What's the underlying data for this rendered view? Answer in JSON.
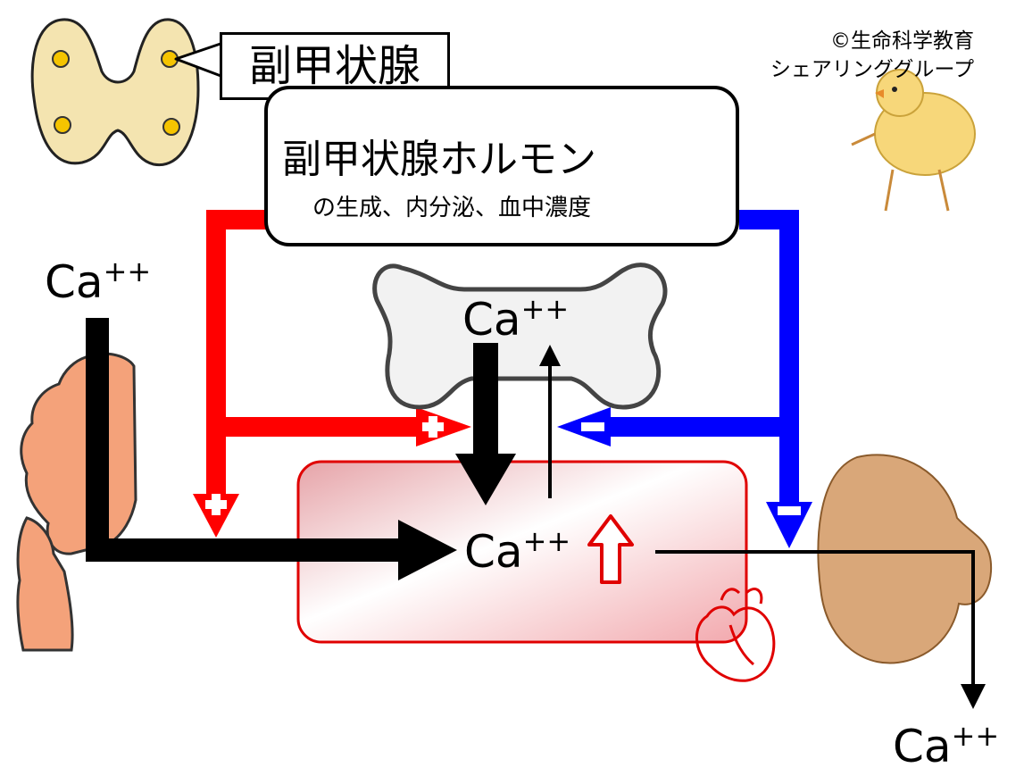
{
  "labels": {
    "parathyroid": "副甲状腺",
    "hormone_title": "副甲状腺ホルモン",
    "hormone_sub": "の生成、内分泌、血中濃度",
    "ca_base": "Ca",
    "ca_charge": "++",
    "plus": "+",
    "minus": "−"
  },
  "credit": {
    "line1": "©生命科学教育",
    "line2": "シェアリンググループ"
  },
  "colors": {
    "stimulate": "#ff0000",
    "inhibit": "#0000ff",
    "flow": "#000000",
    "gland": "#f4e4b0",
    "gland_spot": "#f5c400",
    "bone_fill": "#f2f2f2",
    "intestine": "#f4a27a",
    "kidney": "#d9a779",
    "blood_edge": "#e00000"
  },
  "icons": [
    "parathyroid-gland-icon",
    "bone-icon",
    "intestine-icon",
    "kidney-icon",
    "heart-icon",
    "chick-icon",
    "up-arrow-icon"
  ]
}
